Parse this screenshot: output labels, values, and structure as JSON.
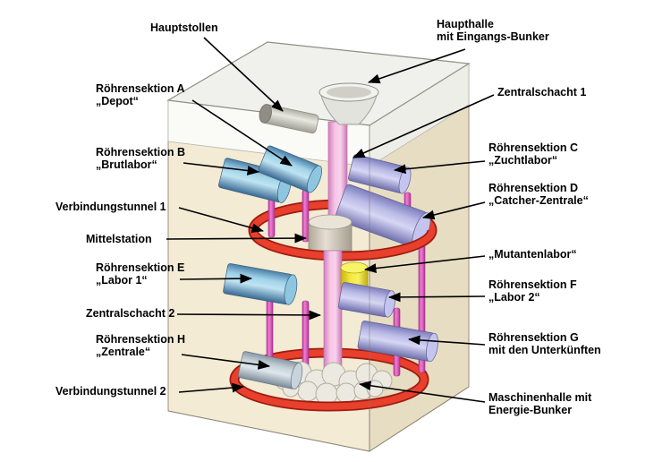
{
  "figure_type": "labeled-technical-diagram",
  "colors": {
    "ring": "#e8402c",
    "ring_dark": "#9e1c10",
    "shaft_pink": "#f6c6e6",
    "leg_magenta": "#ee58c8",
    "cylinder_blue": "#7fc3e0",
    "cylinder_lavender": "#b9b9e6",
    "mutantenlabor_yellow": "#f4e83c",
    "box_beige": "#f3ebd4",
    "arrow_black": "#000000"
  },
  "labels": {
    "hauptstollen": {
      "lines": [
        "Hauptstollen"
      ]
    },
    "haupthalle": {
      "lines": [
        "Haupthalle",
        "mit Eingangs-Bunker"
      ]
    },
    "zentralschacht1": {
      "lines": [
        "Zentralschacht 1"
      ]
    },
    "sektionA": {
      "lines": [
        "Röhrensektion A",
        "„Depot“"
      ]
    },
    "sektionC": {
      "lines": [
        "Röhrensektion C",
        "„Zuchtlabor“"
      ]
    },
    "sektionB": {
      "lines": [
        "Röhrensektion B",
        "„Brutlabor“"
      ]
    },
    "sektionD": {
      "lines": [
        "Röhrensektion D",
        "„Catcher-Zentrale“"
      ]
    },
    "verbindungstunnel1": {
      "lines": [
        "Verbindungstunnel 1"
      ]
    },
    "mittelstation": {
      "lines": [
        "Mittelstation"
      ]
    },
    "mutantenlabor": {
      "lines": [
        "„Mutantenlabor“"
      ]
    },
    "sektionE": {
      "lines": [
        "Röhrensektion E",
        "„Labor 1“"
      ]
    },
    "sektionF": {
      "lines": [
        "Röhrensektion F",
        "„Labor 2“"
      ]
    },
    "zentralschacht2": {
      "lines": [
        "Zentralschacht 2"
      ]
    },
    "sektionG": {
      "lines": [
        "Röhrensektion G",
        "mit den Unterkünften"
      ]
    },
    "sektionH": {
      "lines": [
        "Röhrensektion H",
        "„Zentrale“"
      ]
    },
    "verbindungstunnel2": {
      "lines": [
        "Verbindungstunnel 2"
      ]
    },
    "maschinenhalle": {
      "lines": [
        "Maschinenhalle mit",
        "Energie-Bunker"
      ]
    }
  }
}
